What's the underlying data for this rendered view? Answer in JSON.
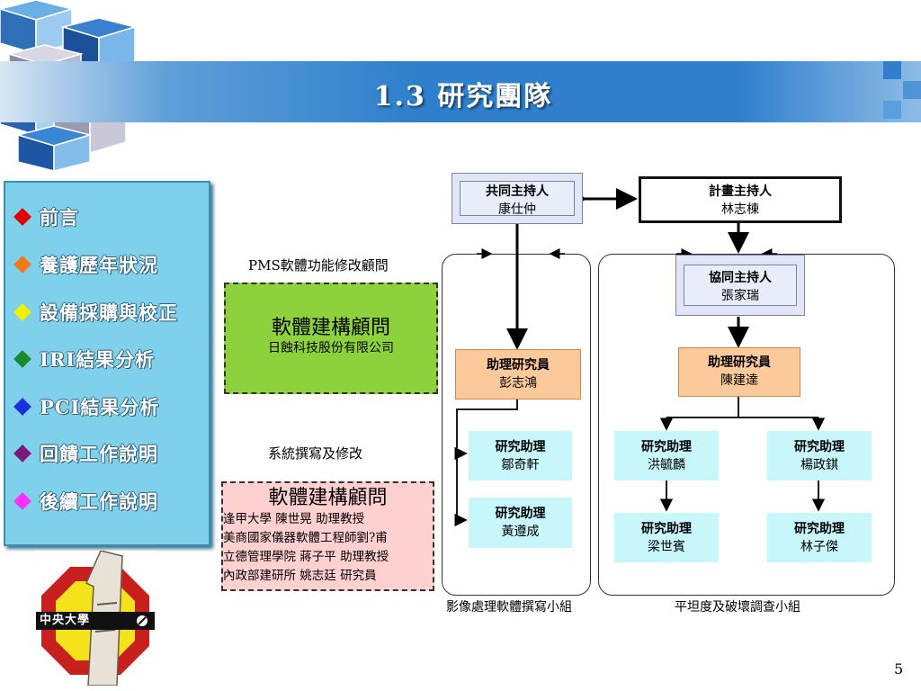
{
  "slide": {
    "title": "1.3 研究團隊",
    "page_number": "5"
  },
  "nav": {
    "items": [
      {
        "label": "前言",
        "color": "#e00000"
      },
      {
        "label": "養護歷年狀況",
        "color": "#f07a1a"
      },
      {
        "label": "設備採購與校正",
        "color": "#f0f000"
      },
      {
        "label": "IRI結果分析",
        "color": "#1a8a2a"
      },
      {
        "label": "PCI結果分析",
        "color": "#1a30e0"
      },
      {
        "label": "回饋工作說明",
        "color": "#7a1a7a"
      },
      {
        "label": "後續工作說明",
        "color": "#ff30ff"
      }
    ]
  },
  "logo": {
    "text": "中央大學"
  },
  "consultants": {
    "pms_caption": "PMS軟體功能修改顧問",
    "pms_box": {
      "title": "軟體建構顧問",
      "org": "日蝕科技股份有限公司"
    },
    "system_caption": "系統撰寫及修改",
    "system_box": {
      "title": "軟體建構顧問",
      "members": [
        "逢甲大學  陳世晃 助理教授",
        "美商國家儀器軟體工程師劉?甫",
        "立德管理學院  蔣子平 助理教授",
        "內政部建研所  姚志廷 研究員"
      ]
    }
  },
  "team": {
    "co_pi": {
      "role": "共同主持人",
      "name": "康仕仲"
    },
    "pi": {
      "role": "計畫主持人",
      "name": "林志棟"
    },
    "assoc_pi": {
      "role": "協同主持人",
      "name": "張家瑞"
    },
    "ra_left": {
      "role": "助理研究員",
      "name": "彭志鴻"
    },
    "ra_right": {
      "role": "助理研究員",
      "name": "陳建達"
    },
    "assistants": [
      {
        "role": "研究助理",
        "name": "鄒奇軒"
      },
      {
        "role": "研究助理",
        "name": "黃遵成"
      },
      {
        "role": "研究助理",
        "name": "洪毓麟"
      },
      {
        "role": "研究助理",
        "name": "楊政錤"
      },
      {
        "role": "研究助理",
        "name": "梁世賓"
      },
      {
        "role": "研究助理",
        "name": "林子傑"
      }
    ],
    "group_left_caption": "影像處理軟體撰寫小組",
    "group_right_caption": "平坦度及破壞調查小組"
  }
}
